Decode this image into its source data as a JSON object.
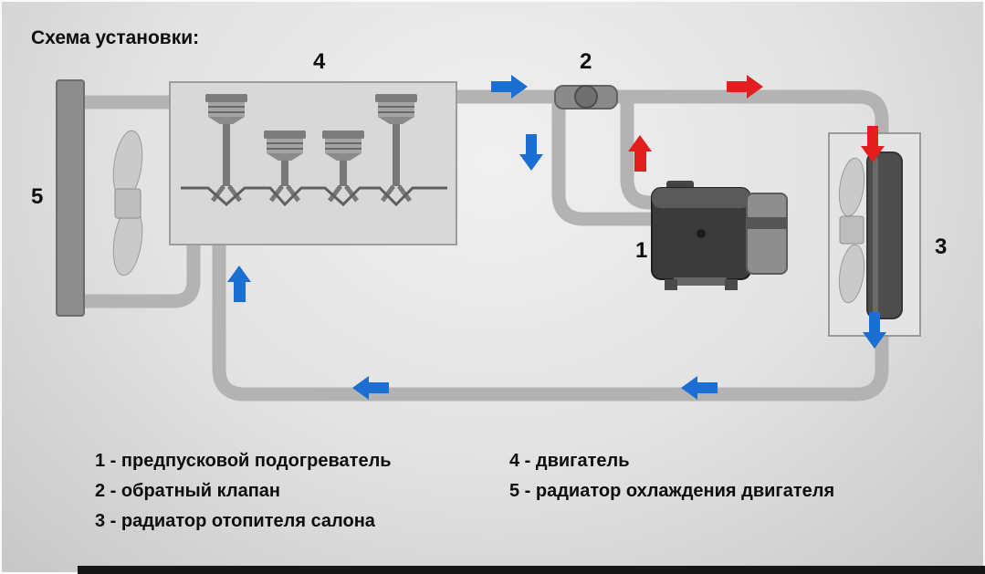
{
  "title": "Схема установки:",
  "colors": {
    "flow_cold": "#1b6fd2",
    "flow_hot": "#e31e1e",
    "pipe": "#b3b3b3"
  },
  "component_labels": {
    "heater": "1",
    "valve": "2",
    "cabin_radiator": "3",
    "engine": "4",
    "cooling_radiator": "5"
  },
  "legend": {
    "col1": [
      "1 - предпусковой подогреватель",
      "2 - обратный клапан",
      "3 - радиатор отопителя салона"
    ],
    "col2": [
      "4 - двигатель",
      "5 - радиатор охлаждения двигателя"
    ]
  }
}
